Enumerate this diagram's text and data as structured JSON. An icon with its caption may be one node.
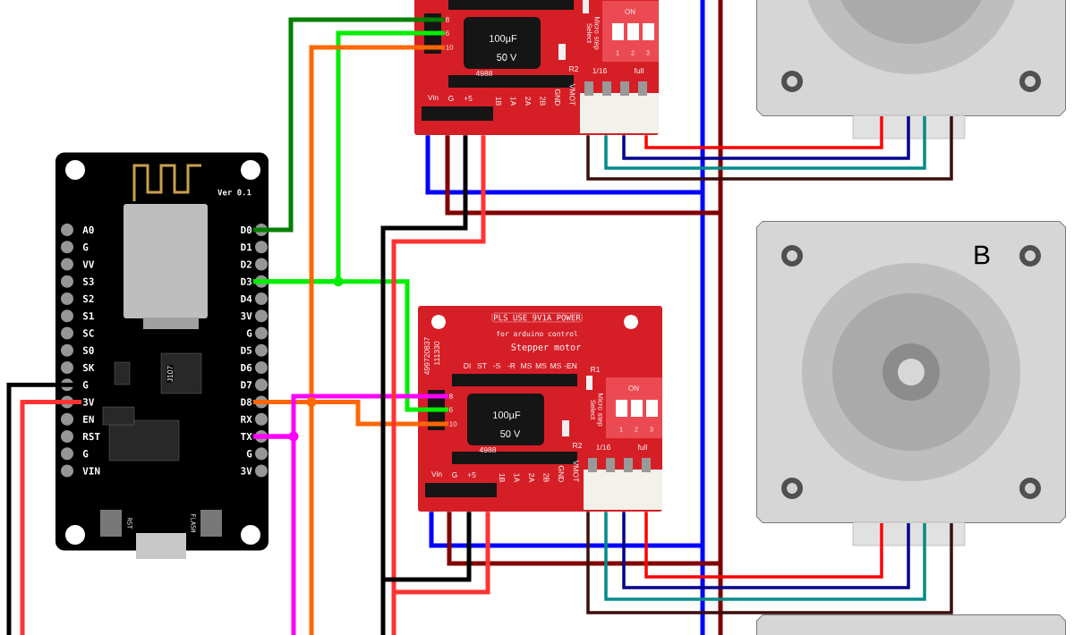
{
  "diagram": {
    "nodes": [
      {
        "text": [],
        "shape": "picture"
      },
      {
        "text": [
          "D0"
        ],
        "in": 0
      },
      {
        "text": [
          "D3"
        ],
        "in": 0
      },
      {
        "text": [
          "D8"
        ],
        "in": 0
      },
      {
        "text": [
          "TX"
        ],
        "in": 0
      },
      {
        "text": [
          "G"
        ],
        "in": 0
      },
      {
        "text": [
          "3V"
        ],
        "in": 0
      },
      {
        "text": [],
        "shape": "picture"
      },
      {
        "text": [
          "8"
        ],
        "in": 7
      },
      {
        "text": [
          "6"
        ],
        "in": 7
      },
      {
        "text": [
          "10"
        ],
        "in": 7
      },
      {
        "text": [],
        "shape": "picture"
      },
      {
        "text": [
          "8"
        ],
        "in": 11
      },
      {
        "text": [
          "6"
        ],
        "in": 11
      },
      {
        "text": [
          "10"
        ],
        "in": 11
      },
      {
        "text": [],
        "shape": "picture"
      },
      {
        "text": [
          "B"
        ]
      },
      {
        "text": [],
        "shape": "picture"
      }
    ],
    "edges": [
      {
        "from": 1,
        "to": 8,
        "arrow": "none",
        "color": "#008000"
      },
      {
        "from": 2,
        "to": 9,
        "arrow": "none",
        "color": "#00ee00"
      },
      {
        "from": 2,
        "to": 13,
        "arrow": "none",
        "color": "#00ee00"
      },
      {
        "from": 3,
        "to": 10,
        "arrow": "none",
        "color": "#ff6600"
      },
      {
        "from": 3,
        "to": 14,
        "arrow": "none",
        "color": "#ff6600"
      },
      {
        "from": 3,
        "to": null,
        "arrow": "none",
        "color": "#ff6600"
      },
      {
        "from": 4,
        "to": 12,
        "arrow": "none",
        "color": "#ff00ff"
      },
      {
        "from": 4,
        "to": null,
        "arrow": "none",
        "color": "#ff00ff"
      },
      {
        "from": 5,
        "to": null,
        "arrow": "none",
        "color": "#000000"
      },
      {
        "from": 6,
        "to": null,
        "arrow": "none",
        "color": "#ff3333"
      },
      {
        "from": 7,
        "to": null,
        "arrow": "none",
        "color": "#0000ff"
      },
      {
        "from": 7,
        "to": null,
        "arrow": "none",
        "color": "#800000"
      },
      {
        "from": 7,
        "to": null,
        "arrow": "none",
        "color": "#000000"
      },
      {
        "from": 7,
        "to": null,
        "arrow": "none",
        "color": "#ff3333"
      },
      {
        "from": 11,
        "to": null,
        "arrow": "none",
        "color": "#0000ff"
      },
      {
        "from": 11,
        "to": null,
        "arrow": "none",
        "color": "#800000"
      },
      {
        "from": 11,
        "to": null,
        "arrow": "none",
        "color": "#000000"
      },
      {
        "from": 11,
        "to": null,
        "arrow": "none",
        "color": "#ff3333"
      },
      {
        "from": 7,
        "to": 15,
        "arrow": "none",
        "color": "#3b0d0d"
      },
      {
        "from": 7,
        "to": 15,
        "arrow": "none",
        "color": "#008b8b"
      },
      {
        "from": 7,
        "to": 15,
        "arrow": "none",
        "color": "#00008b"
      },
      {
        "from": 7,
        "to": 15,
        "arrow": "none",
        "color": "#ff0000"
      },
      {
        "from": 11,
        "to": 16,
        "arrow": "none",
        "color": "#3b0d0d"
      },
      {
        "from": 11,
        "to": 16,
        "arrow": "none",
        "color": "#008b8b"
      },
      {
        "from": 11,
        "to": 16,
        "arrow": "none",
        "color": "#00008b"
      },
      {
        "from": 11,
        "to": 16,
        "arrow": "none",
        "color": "#ff0000"
      }
    ],
    "labels": [
      "A0",
      "G",
      "VV",
      "S3",
      "S2",
      "S1",
      "SC",
      "S0",
      "SK",
      "EN",
      "RST",
      "G",
      "VIN",
      "D1",
      "D2",
      "D4",
      "3V",
      "G",
      "D5",
      "D6",
      "D7",
      "RX",
      "G",
      "3V",
      "Ver 0.1",
      "J107",
      "RST",
      "FLASH",
      "100µF",
      "50 V",
      "R2",
      "4988",
      "ON",
      "1",
      "2",
      "3",
      "Micro step Select",
      "1/16",
      "full",
      "Vin",
      "G",
      "+5",
      "1B",
      "1A",
      "2A",
      "2B",
      "GND",
      "VMOT",
      "PLS USE 9V1A POWER",
      "for arduino control",
      "Stepper motor",
      "111330",
      "499720837",
      "DI",
      "ST",
      "-S",
      "-R",
      "MS",
      "MS",
      "MS",
      "-EN",
      "R1",
      "100µF",
      "50 V",
      "R2",
      "4988",
      "ON",
      "1",
      "2",
      "3",
      "Micro step Select",
      "1/16",
      "full",
      "Vin",
      "G",
      "+5",
      "1B",
      "1A",
      "2A",
      "2B",
      "GND",
      "VMOT"
    ]
  }
}
